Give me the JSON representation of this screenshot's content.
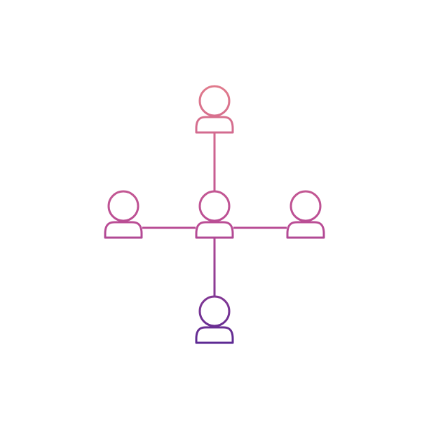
{
  "diagram": {
    "icon": "network-people-icon",
    "colors": {
      "gradient_top": "#E07A8C",
      "gradient_middle": "#B94C95",
      "gradient_bottom": "#5E2A93"
    },
    "nodes": [
      {
        "id": "top",
        "icon": "person-icon"
      },
      {
        "id": "left",
        "icon": "person-icon"
      },
      {
        "id": "center",
        "icon": "person-icon"
      },
      {
        "id": "right",
        "icon": "person-icon"
      },
      {
        "id": "bottom",
        "icon": "person-icon"
      }
    ],
    "edges": [
      {
        "from": "center",
        "to": "top"
      },
      {
        "from": "center",
        "to": "left"
      },
      {
        "from": "center",
        "to": "right"
      },
      {
        "from": "center",
        "to": "bottom"
      }
    ]
  }
}
